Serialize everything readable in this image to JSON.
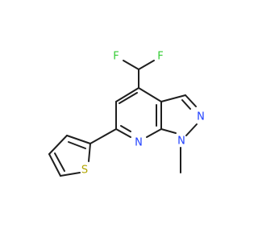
{
  "molecule": {
    "atoms": {
      "fluorine_left": {
        "label": "F",
        "color": "#33cc33"
      },
      "fluorine_right": {
        "label": "F",
        "color": "#33cc33"
      },
      "nitrogen_pyrazole": {
        "label": "N",
        "color": "#1f3fff"
      },
      "nitrogen_methyl": {
        "label": "N",
        "color": "#1f3fff"
      },
      "nitrogen_pyridine": {
        "label": "N",
        "color": "#1f3fff"
      },
      "sulfur_thiophene": {
        "label": "S",
        "color": "#b2a600"
      }
    },
    "bond_color": "#1f1f1f"
  }
}
